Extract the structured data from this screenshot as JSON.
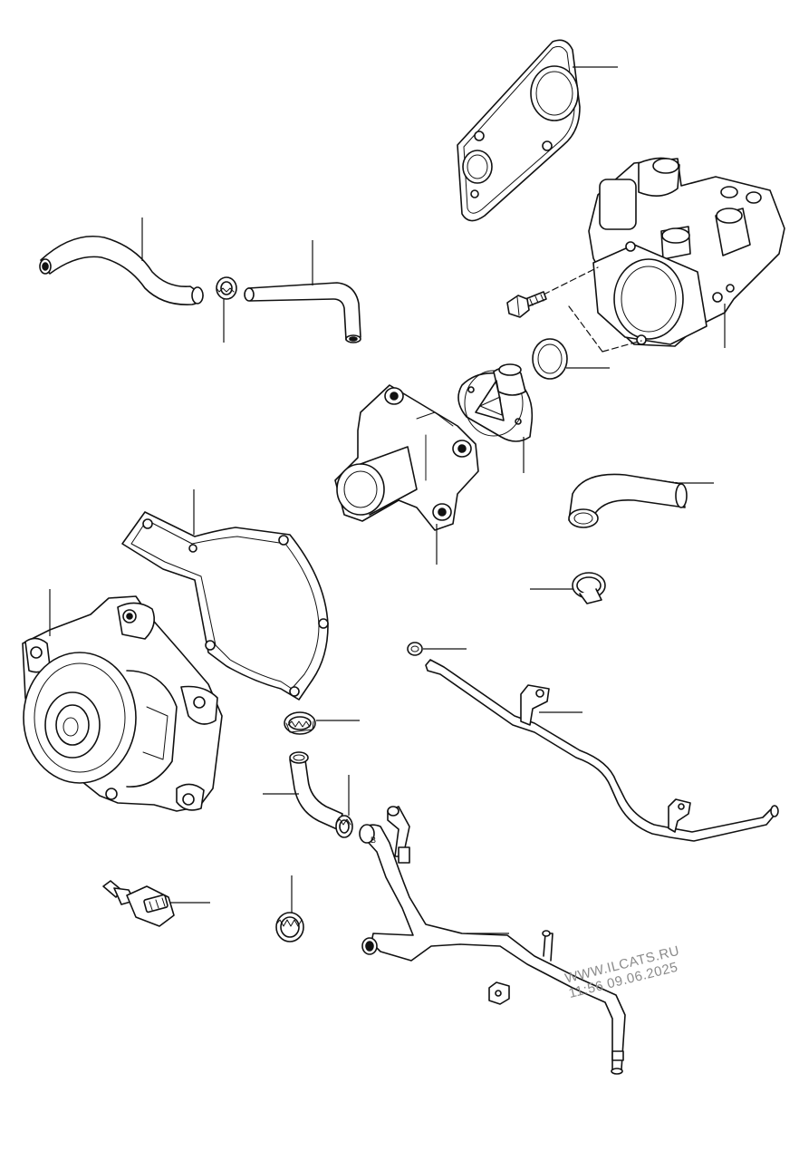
{
  "watermark": {
    "site": "WWW.ILCATS.RU",
    "stamp": "11:56 09.06.2025"
  },
  "callouts": {
    "hose_marking": "B"
  }
}
